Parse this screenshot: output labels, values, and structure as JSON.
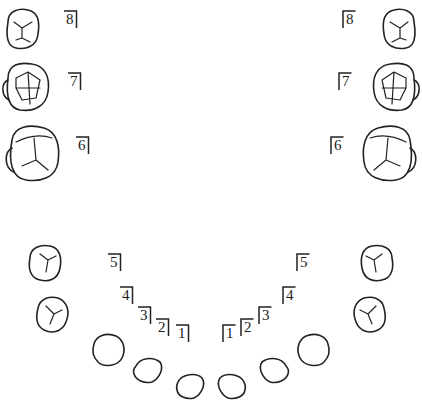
{
  "diagram": {
    "labels": [
      "8",
      "7",
      "6",
      "5",
      "4",
      "3",
      "2",
      "1",
      "1",
      "2",
      "3",
      "4",
      "5",
      "6",
      "7",
      "8"
    ]
  }
}
